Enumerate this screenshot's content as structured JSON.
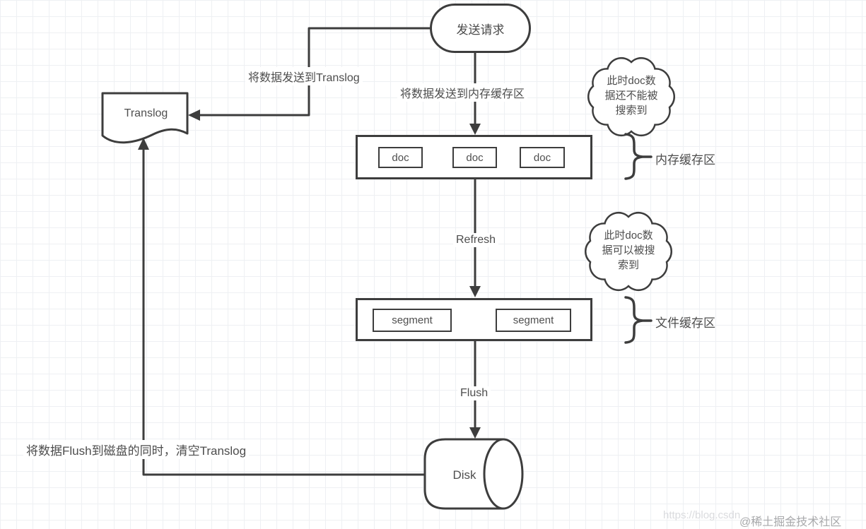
{
  "diagram": {
    "request_node": "发送请求",
    "translog_node": "Translog",
    "disk_node": "Disk",
    "edges": {
      "to_translog": "将数据发送到Translog",
      "to_buffer": "将数据发送到内存缓存区",
      "refresh": "Refresh",
      "flush": "Flush",
      "flush_loop": "将数据Flush到磁盘的同时，清空Translog"
    },
    "memory_buffer": {
      "label": "内存缓存区",
      "docs": [
        "doc",
        "doc",
        "doc"
      ]
    },
    "file_cache": {
      "label": "文件缓存区",
      "segments": [
        "segment",
        "segment"
      ]
    },
    "cloud_not_searchable": {
      "lines": [
        "此时doc数",
        "据还不能被",
        "搜索到"
      ]
    },
    "cloud_searchable": {
      "lines": [
        "此时doc数",
        "据可以被搜",
        "索到"
      ]
    },
    "watermark": {
      "url": "https://blog.csdn",
      "community": "@稀土掘金技术社区"
    },
    "colors": {
      "stroke": "#3d3d3d",
      "text": "#4a4a4a",
      "grid": "#eef0f3"
    }
  }
}
